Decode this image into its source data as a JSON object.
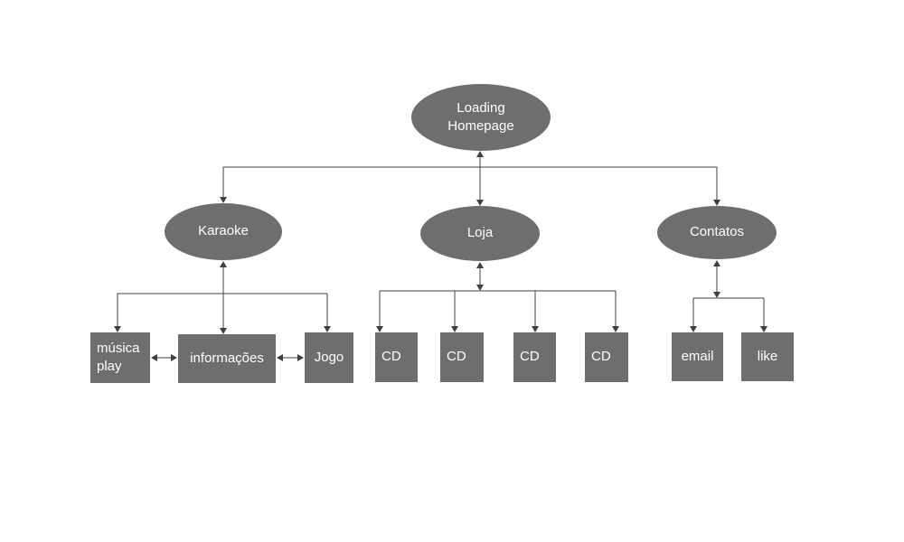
{
  "colors": {
    "node_fill": "#6e6e6e",
    "node_text": "#ffffff",
    "line": "#404040",
    "background": "#ffffff"
  },
  "nodes": {
    "root": {
      "label": "Loading\nHomepage"
    },
    "karaoke": {
      "label": "Karaoke"
    },
    "loja": {
      "label": "Loja"
    },
    "contatos": {
      "label": "Contatos"
    },
    "musica_play": {
      "label": "música\nplay"
    },
    "informacoes": {
      "label": "informações"
    },
    "jogo": {
      "label": "Jogo"
    },
    "cd_1": {
      "label": "CD"
    },
    "cd_2": {
      "label": "CD"
    },
    "cd_3": {
      "label": "CD"
    },
    "cd_4": {
      "label": "CD"
    },
    "email": {
      "label": "email"
    },
    "like": {
      "label": "like"
    }
  }
}
